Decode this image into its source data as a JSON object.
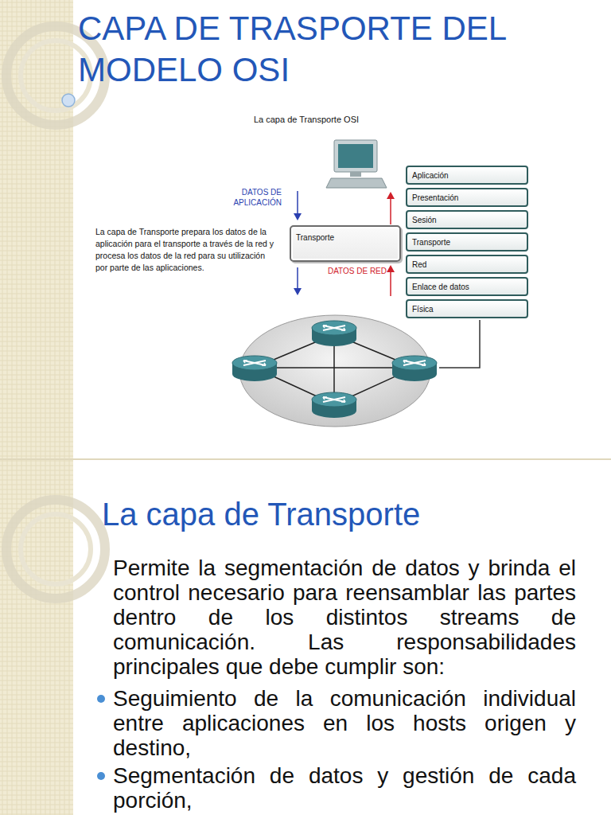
{
  "diagram": {
    "title": "CAPA DE TRASPORTE DEL MODELO OSI",
    "nodes": [
      {
        "text": [
          "Aplicación"
        ]
      },
      {
        "text": [
          "Presentación"
        ]
      },
      {
        "text": [
          "Sesión"
        ]
      },
      {
        "text": [
          "Transporte"
        ]
      },
      {
        "text": [
          "Transporte"
        ]
      },
      {
        "text": [
          "Red"
        ]
      },
      {
        "text": [
          "Enlace de datos"
        ]
      },
      {
        "text": [
          "Física"
        ]
      }
    ],
    "labels": [
      "La capa de Transporte OSI",
      "DATOS DE APLICACIÓN",
      "La capa de Transporte prepara los datos de la aplicación para el transporte a través de la red y procesa los datos de la red para su utilización por parte de las aplicaciones.",
      "DATOS DE RED",
      "La capa de Transporte",
      "Permite la segmentación de datos y brinda el control necesario para reensamblar las partes dentro de los distintos streams de comunicación. Las responsabilidades principales que debe cumplir son:",
      "Seguimiento de la comunicación individual entre aplicaciones en los hosts origen y destino,",
      "Segmentación de datos y gestión de cada porción,"
    ]
  }
}
